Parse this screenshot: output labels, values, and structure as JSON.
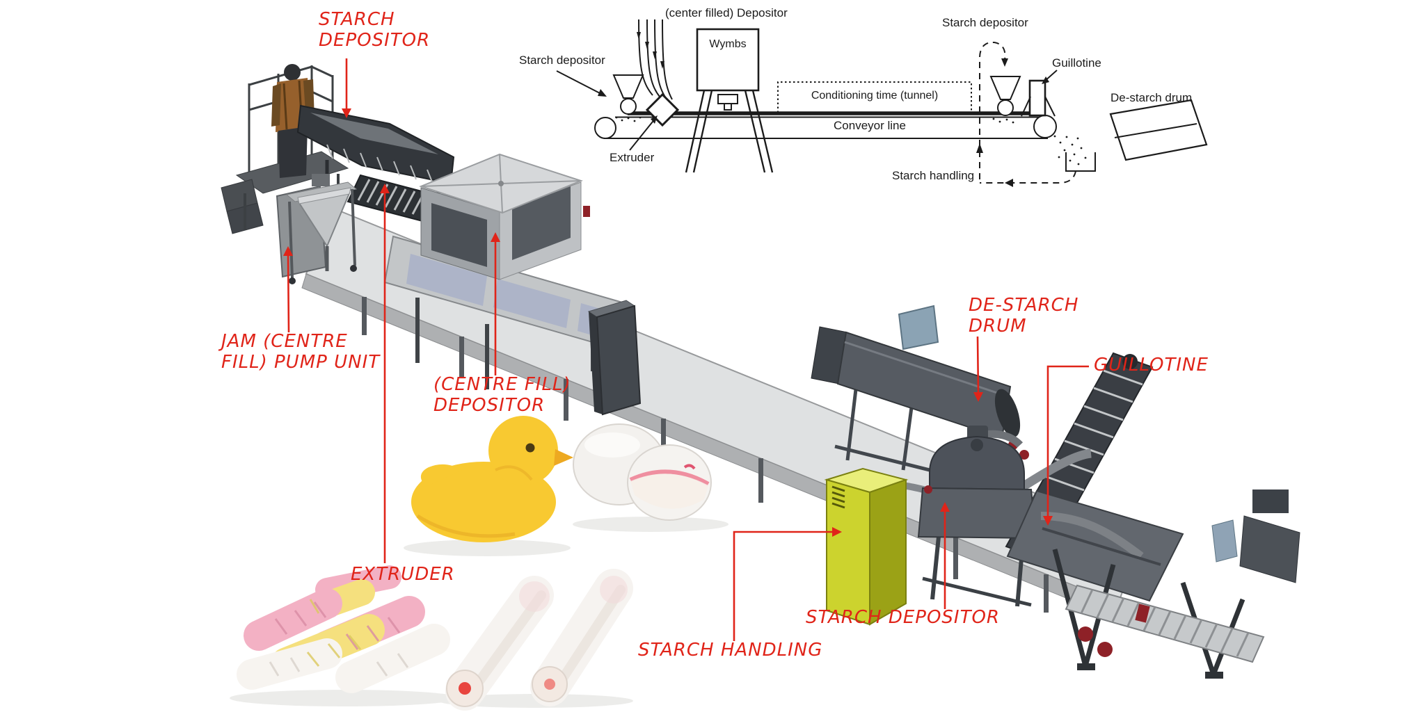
{
  "page": {
    "background": "#ffffff"
  },
  "colors": {
    "label_red": "#e02419",
    "schematic_ink": "#1b1b1b",
    "machine_dark": "#3c4147",
    "machine_mid": "#8f9396",
    "machine_light": "#c8cbcd",
    "belt_gray": "#dfe1e2",
    "cabinet_yellow": "#ccd32e",
    "peep_yellow": "#f8c931",
    "marshmallow_pink": "#f3b1c4",
    "accent_blue": "#8ba3b4",
    "detail_red": "#8e2127"
  },
  "schematic": {
    "center_depositor": "(center filled) Depositor",
    "wymbs": "Wymbs",
    "starch_depositor_left": "Starch depositor",
    "extruder": "Extruder",
    "conditioning_tunnel": "Conditioning time (tunnel)",
    "conveyor_line": "Conveyor line",
    "starch_depositor_right": "Starch depositor",
    "guillotine": "Guillotine",
    "de_starch_drum": "De-starch drum",
    "starch_handling": "Starch handling"
  },
  "labels": {
    "starch_depositor_top": "STARCH\nDEPOSITOR",
    "jam_pump_unit": "JAM (CENTRE\nFILL) PUMP UNIT",
    "centre_fill_depositor": "(CENTRE FILL)\nDEPOSITOR",
    "extruder": "EXTRUDER",
    "de_starch_drum": "DE-STARCH\nDRUM",
    "guillotine": "GUILLOTINE",
    "starch_depositor_bottom": "STARCH DEPOSITOR",
    "starch_handling": "STARCH HANDLING"
  }
}
